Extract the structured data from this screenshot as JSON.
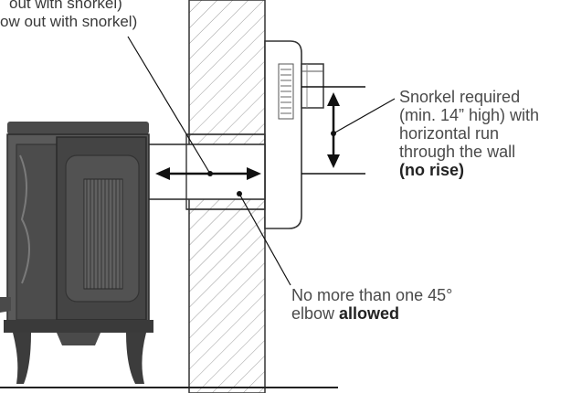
{
  "top_labels": {
    "line1": "out with snorkel)",
    "line2": "ow out with snorkel)"
  },
  "snorkel_note": {
    "line1": "Snorkel required",
    "line2": "(min. 14” high) with",
    "line3": "horizontal run",
    "line4": "through the wall",
    "emphasis": "(no rise)"
  },
  "elbow_note": {
    "line1": "No more than one 45°",
    "line2_prefix": "elbow ",
    "emphasis": "allowed"
  },
  "colors": {
    "text": "#4a4a4a",
    "line": "#222222",
    "stove_dark": "#3c3c3c",
    "stove_mid": "#5a5a5a",
    "hatch": "#8a8a8a"
  }
}
